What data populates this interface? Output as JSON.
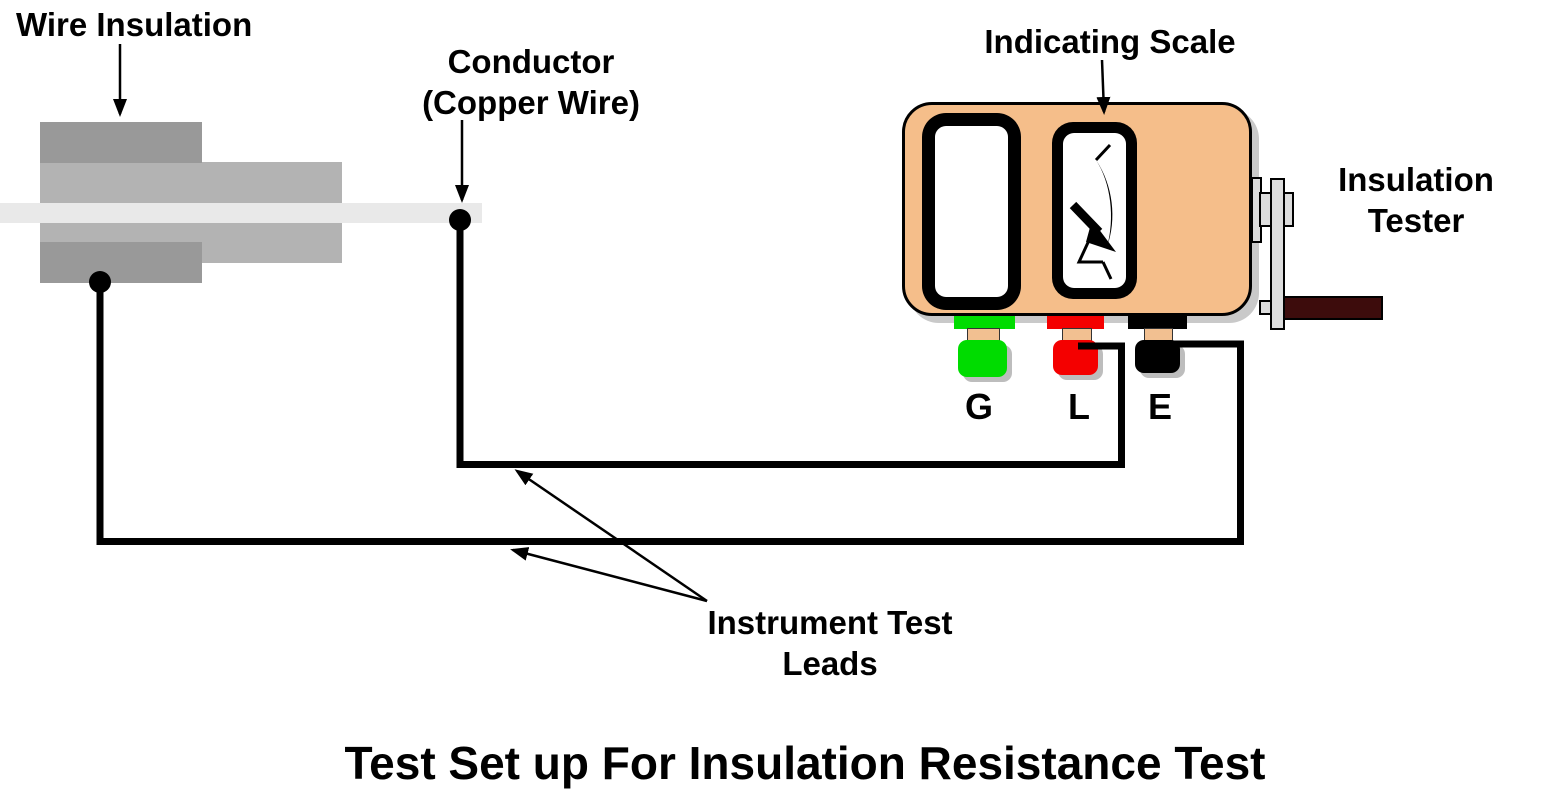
{
  "diagram": {
    "labels": {
      "wire_insulation": "Wire Insulation",
      "conductor": "Conductor",
      "conductor_sub": "(Copper Wire)",
      "indicating_scale": "Indicating Scale",
      "insulation_tester": "Insulation",
      "insulation_tester_sub": "Tester",
      "instrument_test_leads": "Instrument Test",
      "instrument_test_leads_sub": "Leads"
    },
    "terminals": [
      {
        "label": "G",
        "color": "#00dc00"
      },
      {
        "label": "L",
        "color": "#f40000"
      },
      {
        "label": "E",
        "color": "#000000"
      }
    ],
    "title": "Test Set up For Insulation Resistance Test",
    "colors": {
      "tester_body": "#f5be8a",
      "insulation_outer": "#999999",
      "insulation_inner": "#b3b3b3",
      "conductor_wire": "#e9e9e9",
      "crank_handle": "#3d0c0c",
      "mounting_plate": "#dcdcdc",
      "test_lead": "#000000"
    }
  }
}
